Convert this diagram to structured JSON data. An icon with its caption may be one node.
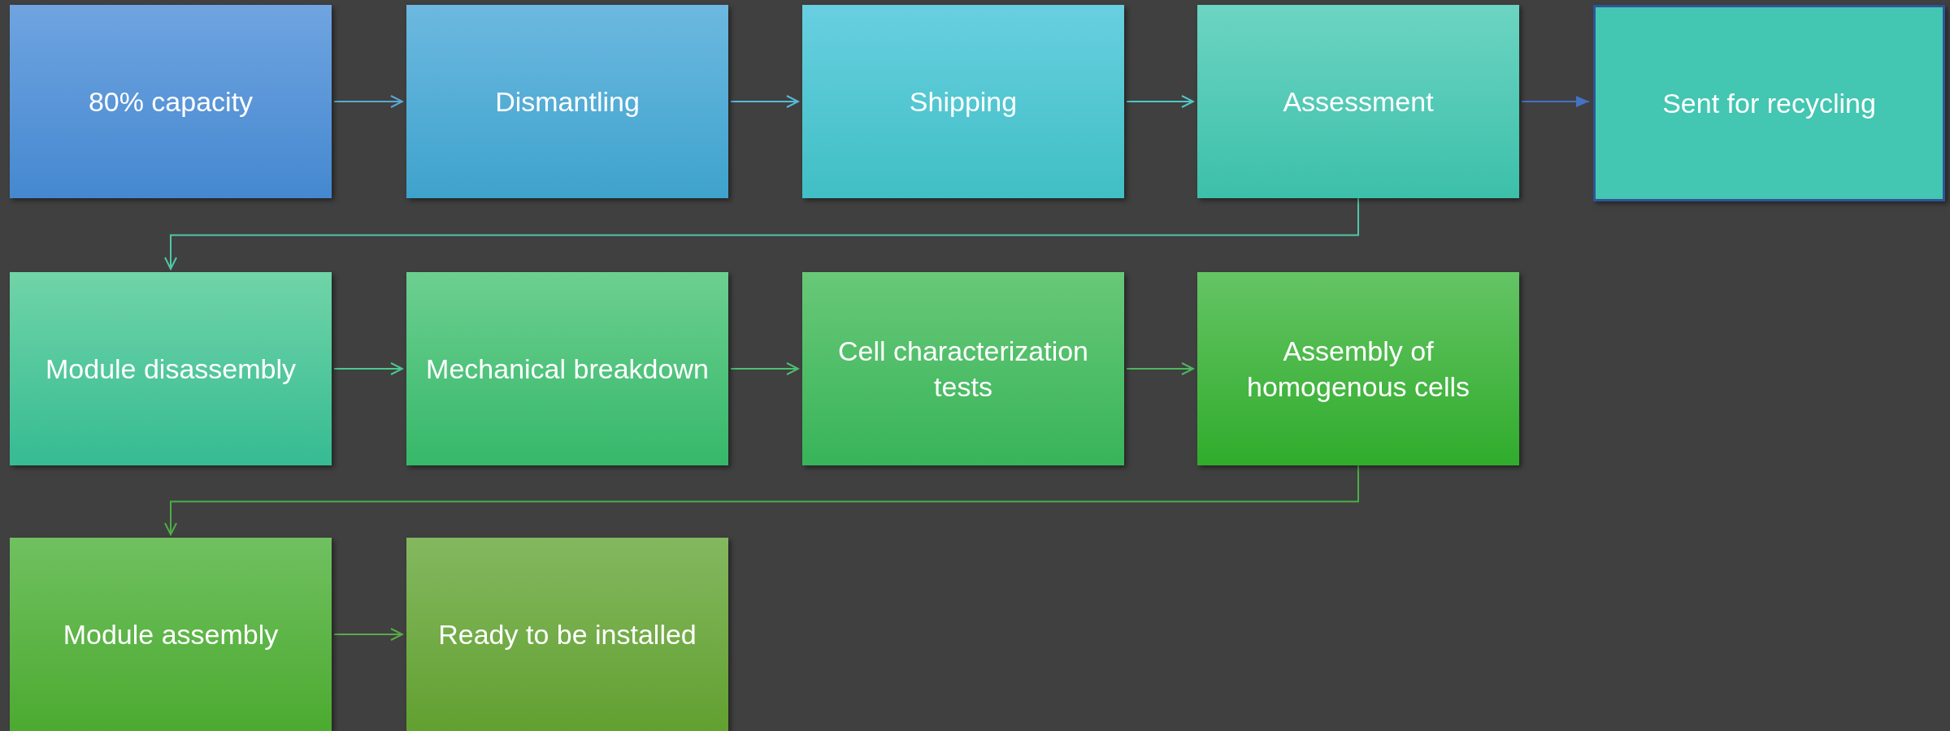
{
  "diagram": {
    "nodes": [
      {
        "text": [
          "80% capacity"
        ]
      },
      {
        "text": [
          "Dismantling"
        ]
      },
      {
        "text": [
          "Shipping"
        ]
      },
      {
        "text": [
          "Assessment"
        ]
      },
      {
        "text": [
          "Sent for recycling"
        ]
      },
      {
        "text": [
          "Module disassembly"
        ]
      },
      {
        "text": [
          "Mechanical breakdown"
        ]
      },
      {
        "text": [
          "Cell characterization tests"
        ]
      },
      {
        "text": [
          "Assembly of homogenous cells"
        ]
      },
      {
        "text": [
          "Module assembly"
        ]
      },
      {
        "text": [
          "Ready to be installed"
        ]
      }
    ],
    "edges": [
      {
        "from": 0,
        "to": 1,
        "arrow": "to",
        "color": "#5aa9d6"
      },
      {
        "from": 1,
        "to": 2,
        "arrow": "to",
        "color": "#55bcd6"
      },
      {
        "from": 2,
        "to": 3,
        "arrow": "to",
        "color": "#4fc8c6"
      },
      {
        "from": 3,
        "to": 4,
        "arrow": "to",
        "color": "#4472c4"
      },
      {
        "from": 3,
        "to": 5,
        "arrow": "to",
        "color": "#4fc8a8"
      },
      {
        "from": 5,
        "to": 6,
        "arrow": "to",
        "color": "#4cc890"
      },
      {
        "from": 6,
        "to": 7,
        "arrow": "to",
        "color": "#4cc070"
      },
      {
        "from": 7,
        "to": 8,
        "arrow": "to",
        "color": "#4cb860"
      },
      {
        "from": 8,
        "to": 9,
        "arrow": "to",
        "color": "#4cae48"
      },
      {
        "from": 9,
        "to": 10,
        "arrow": "to",
        "color": "#5aaa48"
      }
    ]
  }
}
